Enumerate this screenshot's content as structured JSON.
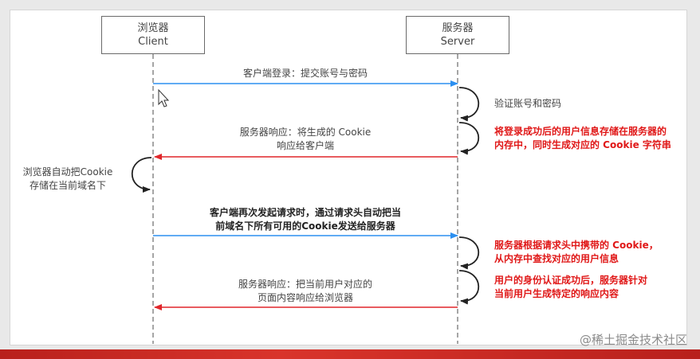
{
  "client": {
    "title_cn": "浏览器",
    "title_en": "Client"
  },
  "server": {
    "title_cn": "服务器",
    "title_en": "Server"
  },
  "messages": {
    "login": "客户端登录：提交账号与密码",
    "response1": [
      "服务器响应：将生成的 Cookie",
      "响应给客户端"
    ],
    "request2": [
      "客户端再次发起请求时，通过请求头自动把当",
      "前域名下所有可用的Cookie发送给服务器"
    ],
    "response2": [
      "服务器响应：把当前用户对应的",
      "页面内容响应给浏览器"
    ]
  },
  "self_notes": {
    "verify": "验证账号和密码",
    "store": [
      "将登录成功后的用户信息存储在服务器的",
      "内存中，同时生成对应的 Cookie 字符串"
    ],
    "client_store": [
      "浏览器自动把Cookie",
      "存储在当前域名下"
    ],
    "lookup": [
      "服务器根据请求头中携带的 Cookie，",
      "从内存中查找对应的用户信息"
    ],
    "auth": [
      "用户的身份认证成功后，服务器针对",
      "当前用户生成特定的响应内容"
    ]
  },
  "watermark": "@稀土掘金技术社区",
  "colors": {
    "request": "#2b8ff0",
    "response": "#e0262a",
    "emphasis": "#e01818"
  }
}
